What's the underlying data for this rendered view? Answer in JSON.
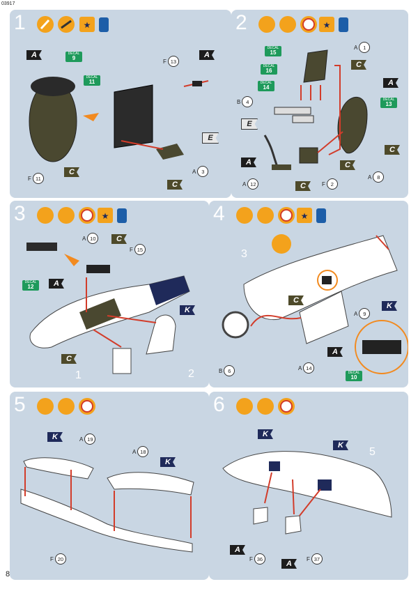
{
  "doc": {
    "code": "03917",
    "page_number": "8"
  },
  "panels": [
    {
      "step": "1",
      "callouts": [
        {
          "p": "F",
          "n": "13"
        },
        {
          "p": "A",
          "n": "3"
        },
        {
          "p": "F",
          "n": "11"
        }
      ],
      "flags": [
        "A",
        "C",
        "E",
        "C"
      ],
      "decals": [
        {
          "label": "DECAL",
          "n": "9"
        },
        {
          "label": "DECAL",
          "n": "11"
        }
      ]
    },
    {
      "step": "2",
      "callouts": [
        {
          "p": "A",
          "n": "1"
        },
        {
          "p": "B",
          "n": "4"
        },
        {
          "p": "A",
          "n": "12"
        },
        {
          "p": "F",
          "n": "2"
        },
        {
          "p": "A",
          "n": "8"
        }
      ],
      "flags": [
        "C",
        "A",
        "E",
        "A",
        "C",
        "C",
        "C"
      ],
      "decals": [
        {
          "label": "DECAL",
          "n": "15"
        },
        {
          "label": "DECAL",
          "n": "16"
        },
        {
          "label": "DECAL",
          "n": "14"
        },
        {
          "label": "DECAL",
          "n": "13"
        }
      ]
    },
    {
      "step": "3",
      "callouts": [
        {
          "p": "A",
          "n": "10"
        },
        {
          "p": "F",
          "n": "15"
        }
      ],
      "flags": [
        "C",
        "A",
        "K",
        "C"
      ],
      "decals": [
        {
          "label": "DECAL",
          "n": "12"
        }
      ],
      "refs": [
        "1",
        "2"
      ]
    },
    {
      "step": "4",
      "callouts": [
        {
          "p": "A",
          "n": "9"
        },
        {
          "p": "B",
          "n": "6"
        },
        {
          "p": "A",
          "n": "14"
        }
      ],
      "flags": [
        "C",
        "K",
        "A"
      ],
      "decals": [
        {
          "label": "DECAL",
          "n": "10"
        }
      ],
      "refs": [
        "3"
      ]
    },
    {
      "step": "5",
      "callouts": [
        {
          "p": "A",
          "n": "19"
        },
        {
          "p": "A",
          "n": "18"
        },
        {
          "p": "F",
          "n": "20"
        }
      ],
      "flags": [
        "K",
        "K"
      ]
    },
    {
      "step": "6",
      "callouts": [
        {
          "p": "F",
          "n": "36"
        },
        {
          "p": "F",
          "n": "37"
        }
      ],
      "flags": [
        "K",
        "K",
        "A",
        "A"
      ],
      "refs": [
        "5"
      ]
    }
  ]
}
